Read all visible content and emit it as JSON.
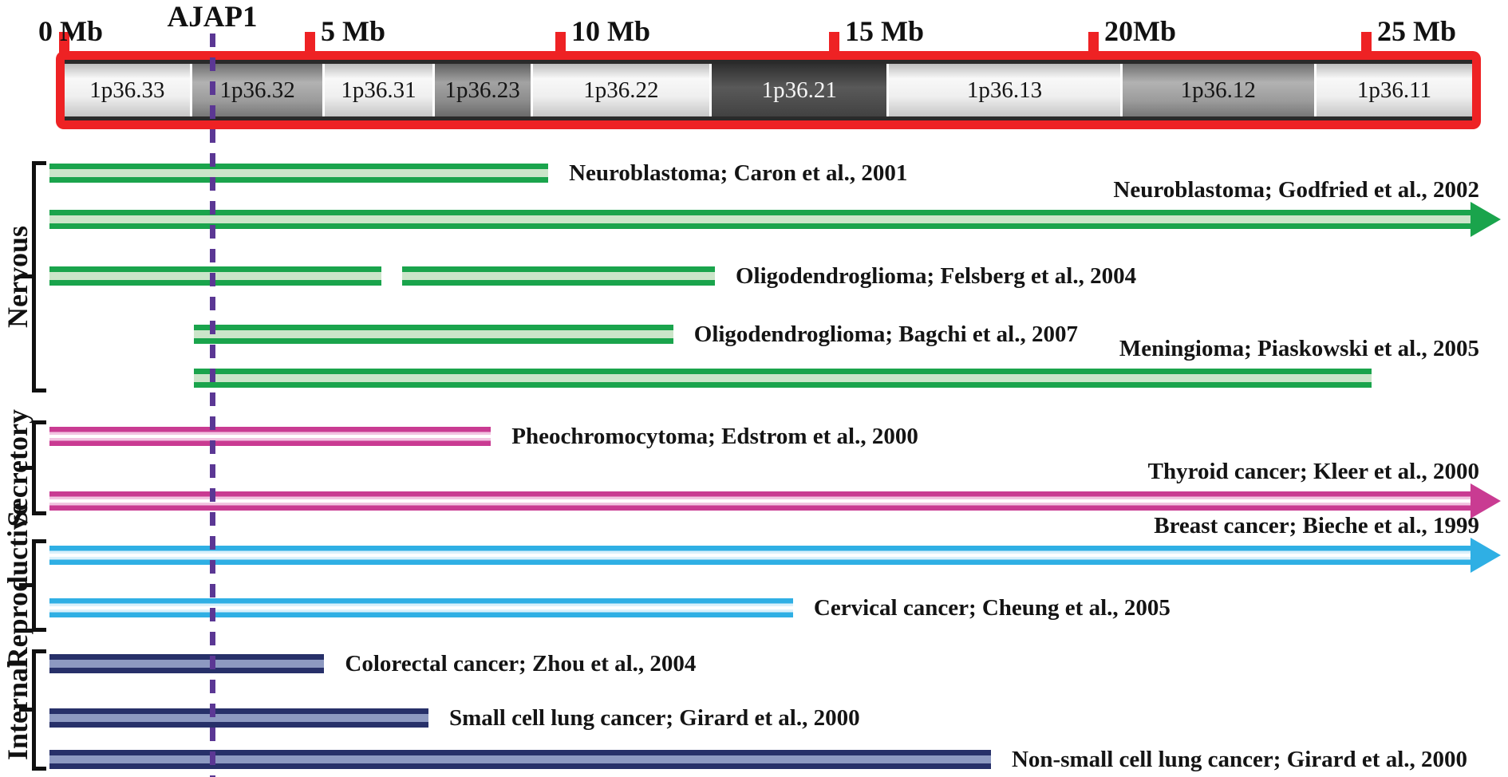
{
  "scale": {
    "ticks": [
      {
        "label": "0 Mb",
        "mb": 0
      },
      {
        "label": "5 Mb",
        "mb": 5
      },
      {
        "label": "10 Mb",
        "mb": 10
      },
      {
        "label": "15 Mb",
        "mb": 15
      },
      {
        "label": "20Mb",
        "mb": 20
      },
      {
        "label": "25 Mb",
        "mb": 25
      }
    ],
    "gene_marker": {
      "label": "AJAP1",
      "mb": 2.85
    }
  },
  "ideogram": {
    "bands": [
      {
        "name": "1p36.33",
        "shade": "light",
        "width_pct": 9.0
      },
      {
        "name": "1p36.32",
        "shade": "mid",
        "width_pct": 9.4
      },
      {
        "name": "1p36.31",
        "shade": "light",
        "width_pct": 7.7
      },
      {
        "name": "1p36.23",
        "shade": "mid2",
        "width_pct": 6.9
      },
      {
        "name": "1p36.22",
        "shade": "light",
        "width_pct": 12.7
      },
      {
        "name": "1p36.21",
        "shade": "dark",
        "width_pct": 12.6
      },
      {
        "name": "1p36.13",
        "shade": "light",
        "width_pct": 16.6
      },
      {
        "name": "1p36.12",
        "shade": "mid",
        "width_pct": 13.8
      },
      {
        "name": "1p36.11",
        "shade": "light",
        "width_pct": 11.2
      }
    ]
  },
  "groups": [
    {
      "name": "Nervous",
      "color": "#1aa44c",
      "light": "#cbe5c9",
      "white_core": false,
      "studies": [
        {
          "label": "Neuroblastoma; Caron et al., 2001",
          "segments": [
            [
              0,
              9.3
            ]
          ],
          "arrow": false,
          "label_placement": "right"
        },
        {
          "label": "Neuroblastoma; Godfried et al., 2002",
          "segments": [
            [
              0,
              27
            ]
          ],
          "arrow": true,
          "label_placement": "above"
        },
        {
          "label": "Oligodendroglioma; Felsberg et al., 2004",
          "segments": [
            [
              0,
              6.1
            ],
            [
              6.5,
              12.5
            ]
          ],
          "arrow": false,
          "label_placement": "right"
        },
        {
          "label": "Oligodendroglioma; Bagchi et al., 2007",
          "segments": [
            [
              2.5,
              11.7
            ]
          ],
          "arrow": false,
          "label_placement": "right"
        },
        {
          "label": "Meningioma; Piaskowski et al., 2005",
          "segments": [
            [
              2.5,
              25.1
            ]
          ],
          "arrow": false,
          "label_placement": "above"
        }
      ]
    },
    {
      "name": "Secretory",
      "color": "#c93b92",
      "light": "#f2c4e1",
      "white_core": true,
      "studies": [
        {
          "label": "Pheochromocytoma; Edstrom et al., 2000",
          "segments": [
            [
              0,
              8.2
            ]
          ],
          "arrow": false,
          "label_placement": "right"
        },
        {
          "label": "Thyroid cancer; Kleer et al., 2000",
          "segments": [
            [
              0,
              27
            ]
          ],
          "arrow": true,
          "label_placement": "above"
        }
      ]
    },
    {
      "name": "Reproductive",
      "color": "#2fafe4",
      "light": "#dbf1fb",
      "white_core": true,
      "studies": [
        {
          "label": "Breast cancer; Bieche et al., 1999",
          "segments": [
            [
              0,
              27
            ]
          ],
          "arrow": true,
          "label_placement": "above"
        },
        {
          "label": "Cervical cancer; Cheung et al., 2005",
          "segments": [
            [
              0,
              14
            ]
          ],
          "arrow": false,
          "label_placement": "right"
        }
      ]
    },
    {
      "name": "Internal",
      "color": "#273069",
      "light": "#8d99c1",
      "white_core": false,
      "studies": [
        {
          "label": "Colorectal cancer; Zhou et al., 2004",
          "segments": [
            [
              0,
              5
            ]
          ],
          "arrow": false,
          "label_placement": "right"
        },
        {
          "label": "Small cell lung cancer; Girard et al., 2000",
          "segments": [
            [
              0,
              7
            ]
          ],
          "arrow": false,
          "label_placement": "right"
        },
        {
          "label": "Non-small cell lung cancer; Girard et al., 2000",
          "segments": [
            [
              0,
              17.8
            ]
          ],
          "arrow": false,
          "label_placement": "right"
        }
      ]
    }
  ],
  "colors": {
    "scale_red": "#ee2224",
    "marker_purple": "#5b3794",
    "text": "#111111"
  }
}
